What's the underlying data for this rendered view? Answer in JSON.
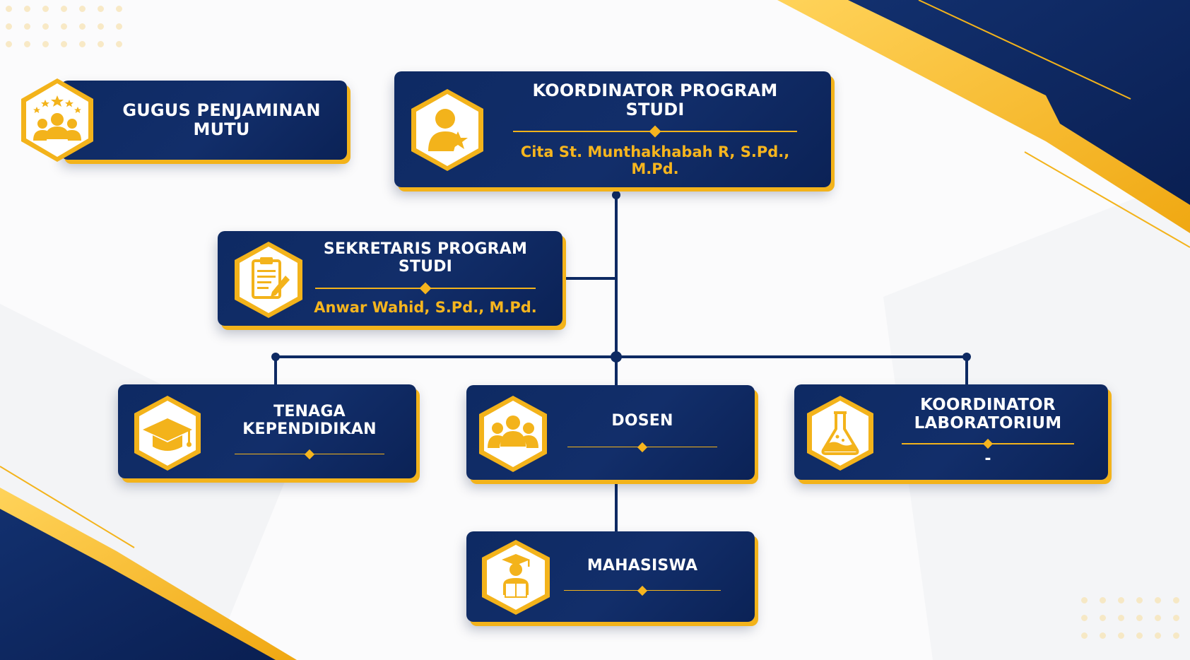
{
  "colors": {
    "navy": "#0e2a63",
    "gold": "#f3b31b",
    "white": "#ffffff",
    "background": "#fbfbfc"
  },
  "nodes": {
    "gugus": {
      "title": "GUGUS PENJAMINAN MUTU",
      "icon": "quality-team-stars-icon"
    },
    "koordinator_prodi": {
      "title": "KOORDINATOR PROGRAM STUDI",
      "name": "Cita St. Munthakhabah R, S.Pd., M.Pd.",
      "icon": "person-star-icon"
    },
    "sekretaris": {
      "title": "SEKRETARIS PROGRAM STUDI",
      "name": "Anwar Wahid, S.Pd., M.Pd.",
      "icon": "clipboard-pen-icon"
    },
    "tenaga": {
      "title": "TENAGA KEPENDIDIKAN",
      "icon": "graduation-cap-icon"
    },
    "dosen": {
      "title": "DOSEN",
      "icon": "group-people-icon"
    },
    "koordinator_lab": {
      "title_line1": "KOORDINATOR",
      "title_line2": "LABORATORIUM",
      "name": "-",
      "icon": "lab-flask-icon"
    },
    "mahasiswa": {
      "title": "MAHASISWA",
      "icon": "student-reading-icon"
    }
  }
}
